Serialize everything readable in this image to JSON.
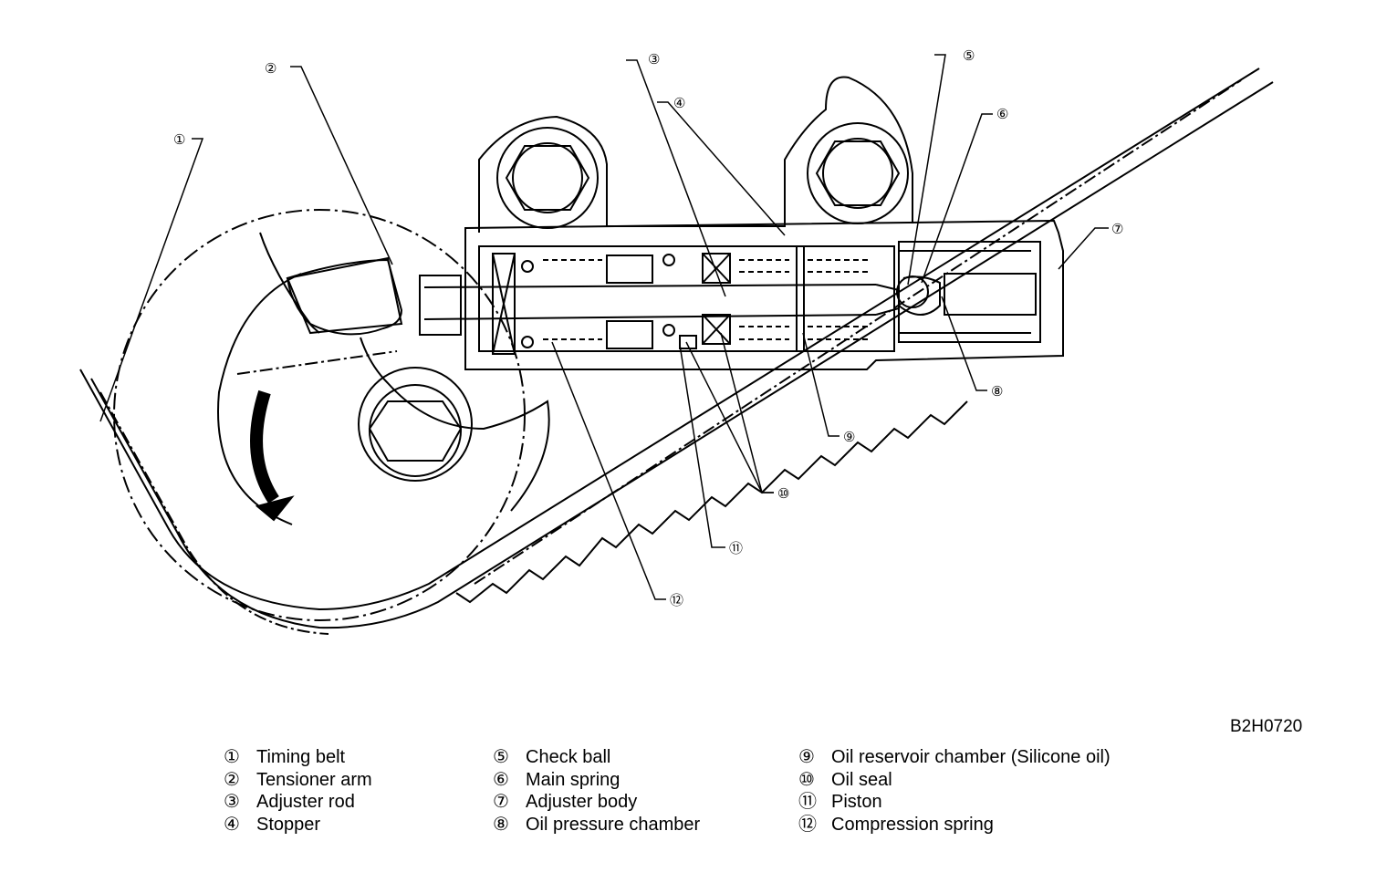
{
  "figure_code": "B2H0720",
  "callouts": {
    "c1": "①",
    "c2": "②",
    "c3": "③",
    "c4": "④",
    "c5": "⑤",
    "c6": "⑥",
    "c7": "⑦",
    "c8": "⑧",
    "c9": "⑨",
    "c10": "⑩",
    "c11": "⑪",
    "c12": "⑫"
  },
  "legend": [
    {
      "num": "①",
      "label": "Timing belt"
    },
    {
      "num": "②",
      "label": "Tensioner arm"
    },
    {
      "num": "③",
      "label": "Adjuster rod"
    },
    {
      "num": "④",
      "label": "Stopper"
    },
    {
      "num": "⑤",
      "label": "Check ball"
    },
    {
      "num": "⑥",
      "label": "Main spring"
    },
    {
      "num": "⑦",
      "label": "Adjuster body"
    },
    {
      "num": "⑧",
      "label": "Oil pressure chamber"
    },
    {
      "num": "⑨",
      "label": "Oil reservoir chamber (Silicone oil)"
    },
    {
      "num": "⑩",
      "label": "Oil seal"
    },
    {
      "num": "⑪",
      "label": "Piston"
    },
    {
      "num": "⑫",
      "label": "Compression spring"
    }
  ]
}
